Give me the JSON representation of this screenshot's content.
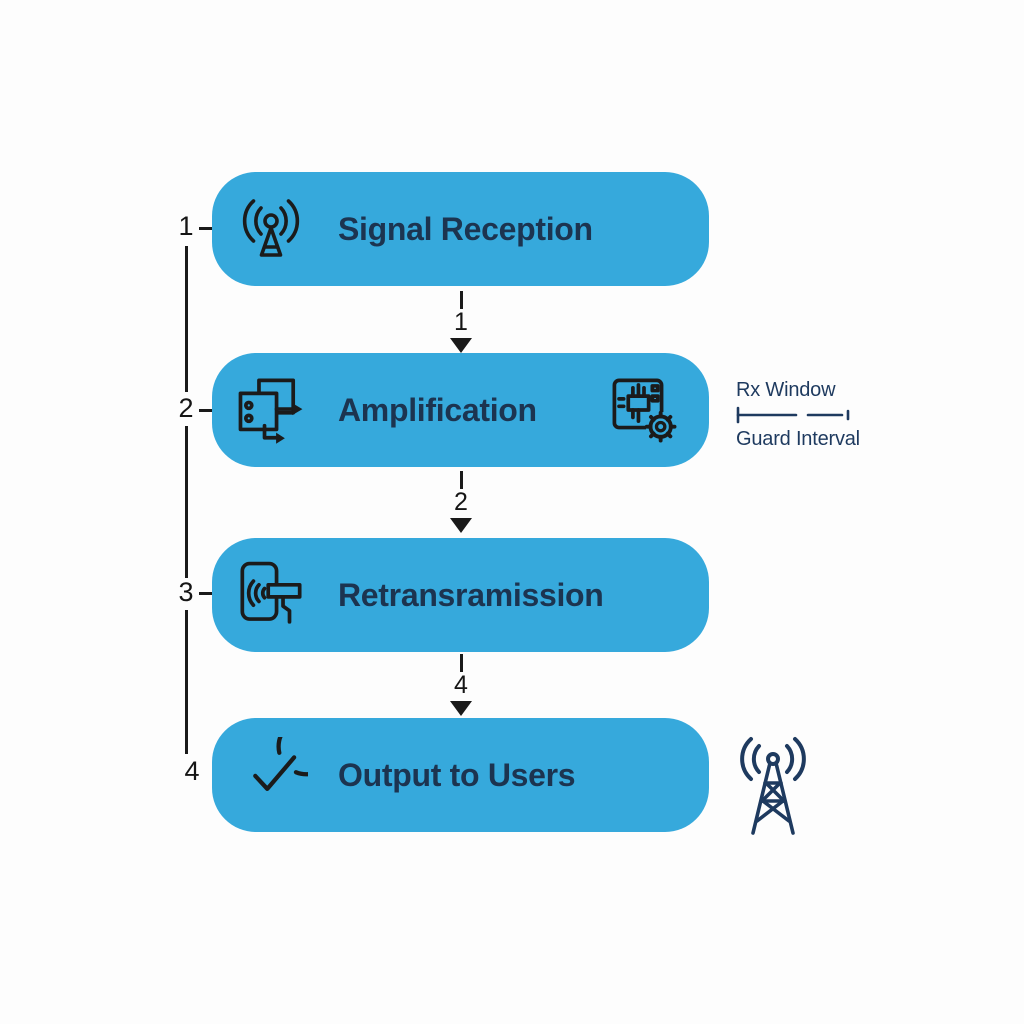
{
  "palette": {
    "box_blue": "#36a9dc",
    "label_navy": "#1c3450",
    "annotation_navy": "#1e3a5f",
    "line_black": "#1a1a1a",
    "background": "#fdfdfd"
  },
  "flow": {
    "steps": [
      {
        "number": "1",
        "label": "Signal Reception",
        "icon": "antenna-icon"
      },
      {
        "number": "2",
        "label": "Amplification",
        "icon": "repeater-icon",
        "right_icon": "chip-gear-icon"
      },
      {
        "number": "3",
        "label": "Retransramission",
        "icon": "scan-device-icon"
      },
      {
        "number": "4",
        "label": "Output to Users",
        "icon": "check-circle-icon"
      }
    ],
    "connectors": [
      {
        "label": "1"
      },
      {
        "label": "2"
      },
      {
        "label": "4"
      }
    ]
  },
  "annotation": {
    "top_label": "Rx Window",
    "bottom_label": "Guard Interval"
  },
  "decorations": {
    "bottom_right": "radio-tower-icon"
  }
}
